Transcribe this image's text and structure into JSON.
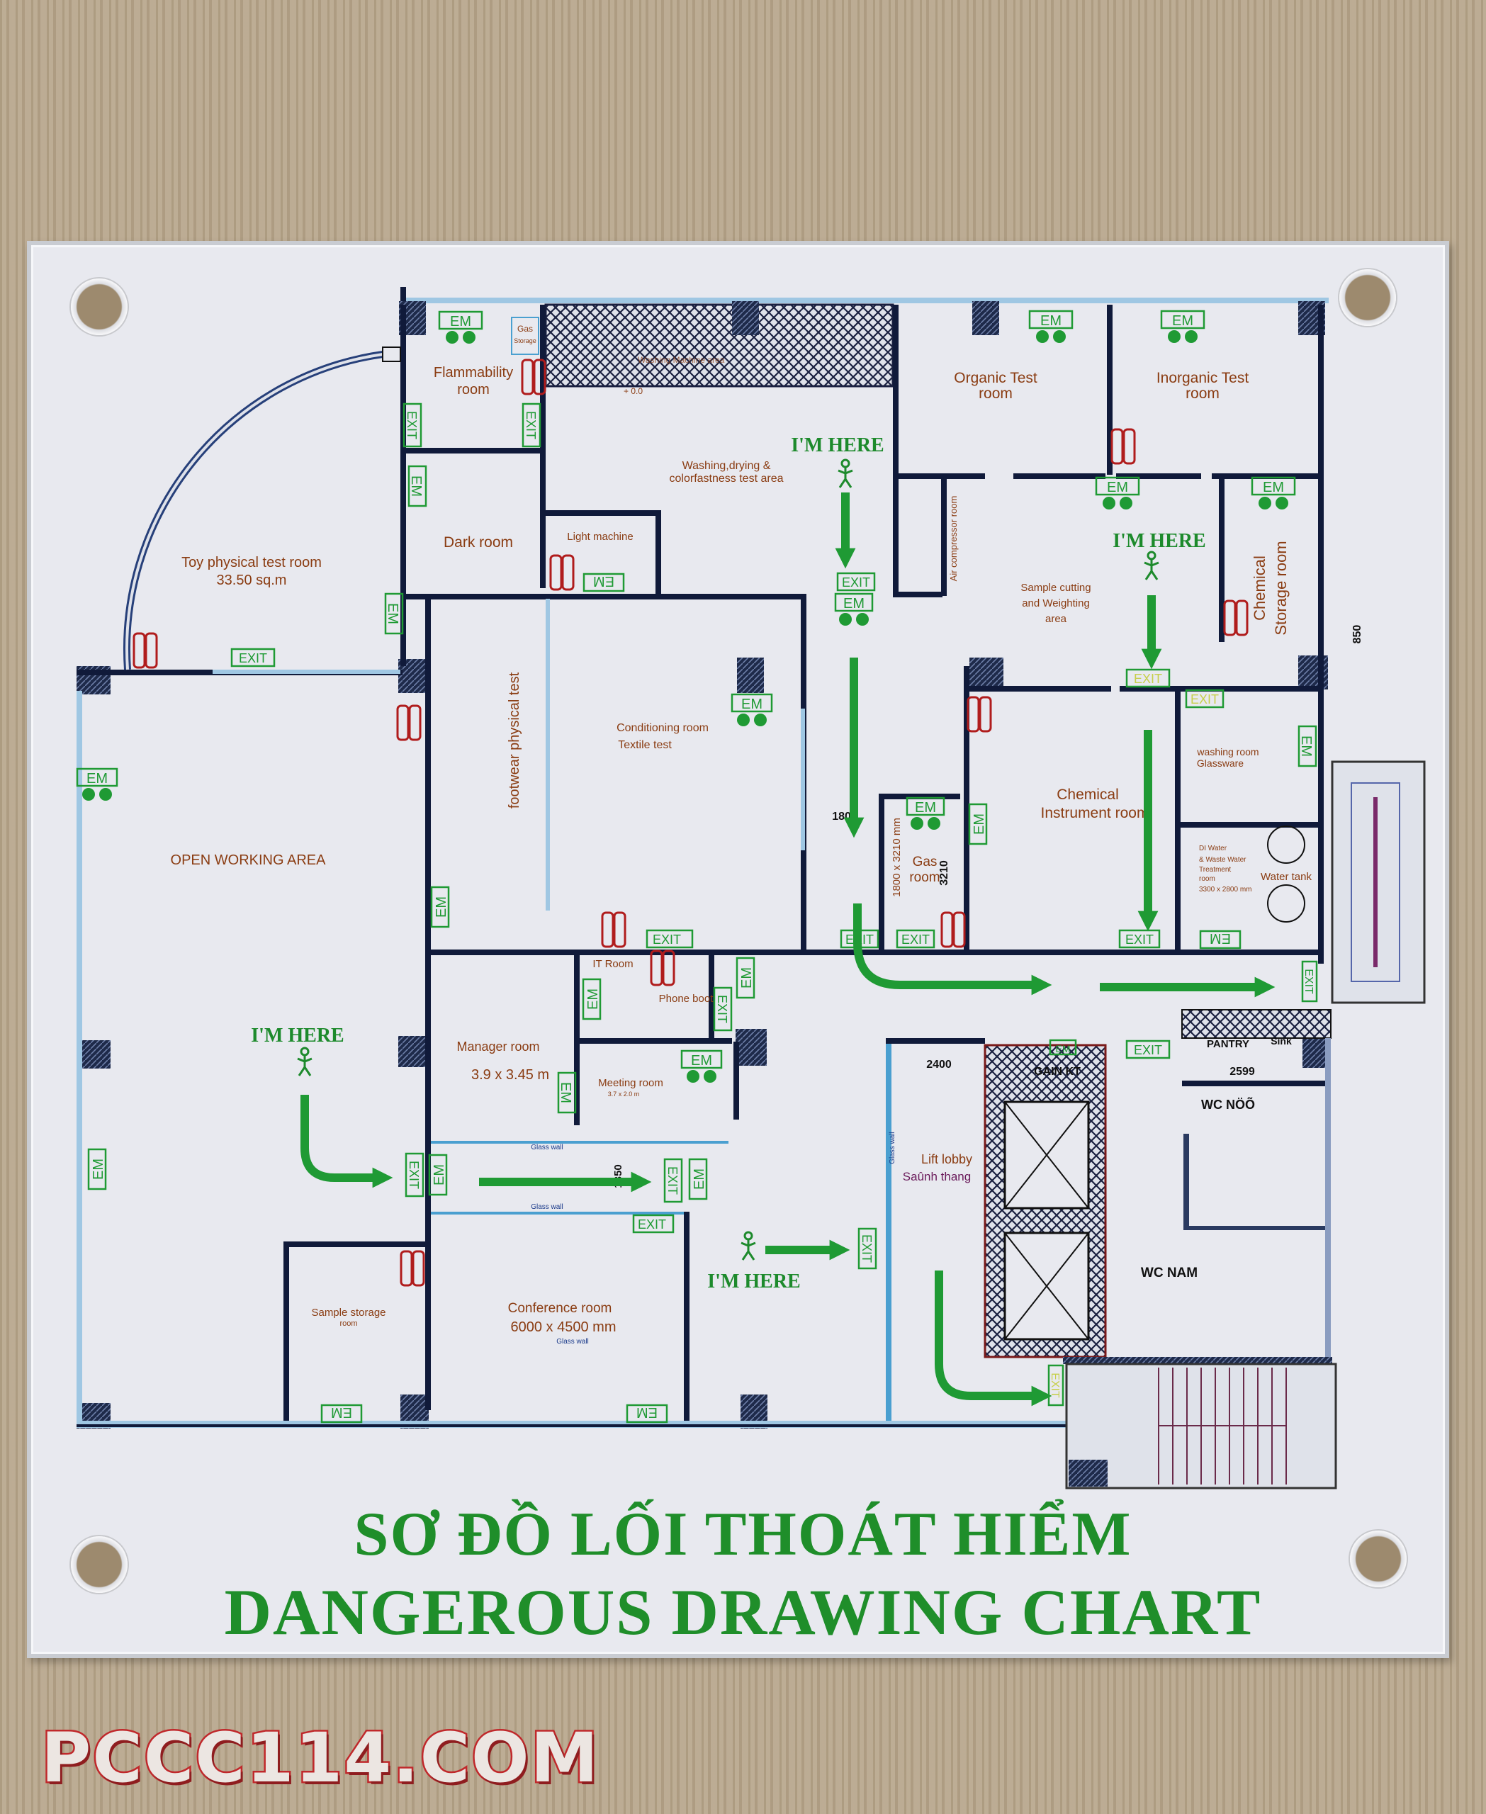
{
  "title": {
    "vietnamese": "SƠ ĐỒ LỐI THOÁT HIỂM",
    "english": "DANGEROUS DRAWING CHART"
  },
  "watermark": "PCCC114.COM",
  "colors": {
    "exit_green": "#1f9a34",
    "here_green": "#1d8a2c",
    "room_label": "#8a3c12",
    "wall": "#101a3a",
    "glass": "#9fc7e3",
    "extinguisher_red": "#b01c1c",
    "plaque": "#e8e9ef"
  },
  "markers": {
    "exit": "EXIT",
    "em": "EM",
    "you_are_here": "I'M HERE"
  },
  "rooms": {
    "flammability": "Flammability",
    "flammability_2": "room",
    "gas_storage": "Gas",
    "gas_storage_2": "Storage",
    "washing_machine": "Washing Machine area",
    "level": "+ 0.0",
    "washing_area": "Washing,drying &",
    "washing_area_2": "colorfastness test area",
    "dark_room": "Dark room",
    "light_machine": "Light machine",
    "organic": "Organic Test",
    "organic_2": "room",
    "inorganic": "Inorganic Test",
    "inorganic_2": "room",
    "air_compressor": "Air compressor room",
    "sample_cutting": "Sample cutting",
    "sample_cutting_2": "and Weighting",
    "sample_cutting_3": "area",
    "chemical_storage": "Chemical",
    "chemical_storage_2": "Storage room",
    "toy_room": "Toy physical test room",
    "toy_room_area": "33.50 sq.m",
    "footwear": "footwear physical test",
    "conditioning": "Conditioning room",
    "conditioning_2": "Textile test",
    "gas_room": "Gas",
    "gas_room_2": "room",
    "gas_room_dim": "1800 x 3210 mm",
    "chemical_instrument": "Chemical",
    "chemical_instrument_2": "Instrument room",
    "washing_glass": "washing room",
    "washing_glass_2": "Glassware",
    "di_water": "DI Water",
    "di_water_2": "& Waste Water",
    "di_water_3": "Treatment",
    "di_water_4": "room",
    "di_water_5": "3300 x 2800 mm",
    "water_tank": "Water tank",
    "open_working": "OPEN WORKING AREA",
    "it_room": "IT Room",
    "phone_boot": "Phone boot",
    "manager": "Manager room",
    "manager_dim": "3.9 x 3.45 m",
    "meeting": "Meeting room",
    "meeting_dim": "3.7 x 2.0 m",
    "glass_wall": "Glass wall",
    "sample_storage": "Sample storage",
    "sample_storage_2": "room",
    "conference": "Conference room",
    "conference_dim": "6000 x 4500 mm",
    "lift_lobby": "Lift lobby",
    "lift_lobby_vi": "Saûnh thang",
    "gain_kt": "GAIN KT",
    "pantry": "PANTRY",
    "sink": "Sink",
    "wc_female": "WC NÖÕ",
    "wc_male": "WC NAM"
  },
  "dimensions": {
    "d1800": "1800",
    "d3210": "3210",
    "d850": "850",
    "d2400": "2400",
    "d2599": "2599",
    "d1350": "1350"
  }
}
